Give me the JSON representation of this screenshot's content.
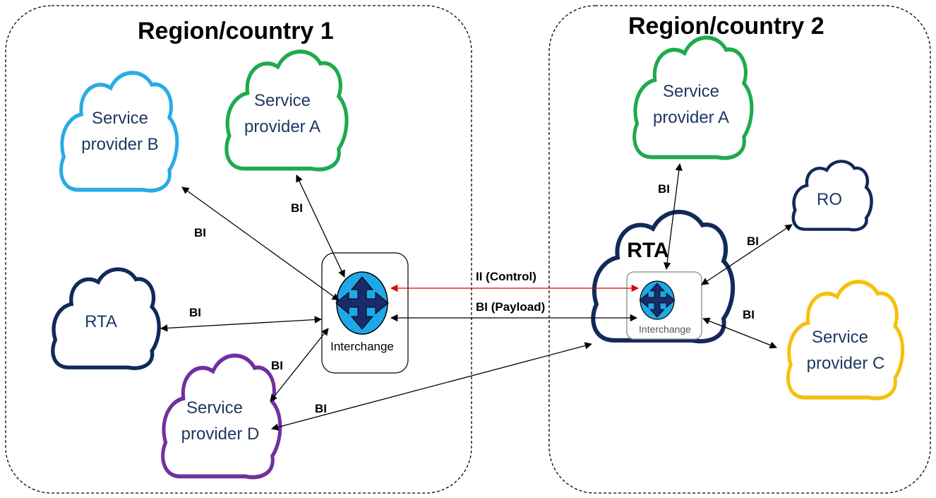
{
  "colors": {
    "provider_b": "#2aabe3",
    "provider_a": "#1eaa4c",
    "provider_c": "#f5c00a",
    "provider_d": "#7030a0",
    "rta": "#12295a",
    "ro": "#12295a",
    "control_arrow": "#e00000",
    "arrow": "#000000"
  },
  "regions": [
    {
      "title": "Region/country 1"
    },
    {
      "title": "Region/country 2"
    }
  ],
  "region1": {
    "provider_b": {
      "line1": "Service",
      "line2": "provider B"
    },
    "provider_a": {
      "line1": "Service",
      "line2": "provider A"
    },
    "rta": {
      "label": "RTA"
    },
    "provider_d": {
      "line1": "Service",
      "line2": "provider D"
    },
    "interchange": {
      "label": "Interchange"
    }
  },
  "region2": {
    "provider_a": {
      "line1": "Service",
      "line2": "provider A"
    },
    "ro": {
      "label": "RO"
    },
    "rta": {
      "label": "RTA"
    },
    "interchange": {
      "label": "Interchange"
    },
    "provider_c": {
      "line1": "Service",
      "line2": "provider C"
    }
  },
  "links": {
    "bi": "BI",
    "control": "II (Control)",
    "payload": "BI (Payload)"
  }
}
